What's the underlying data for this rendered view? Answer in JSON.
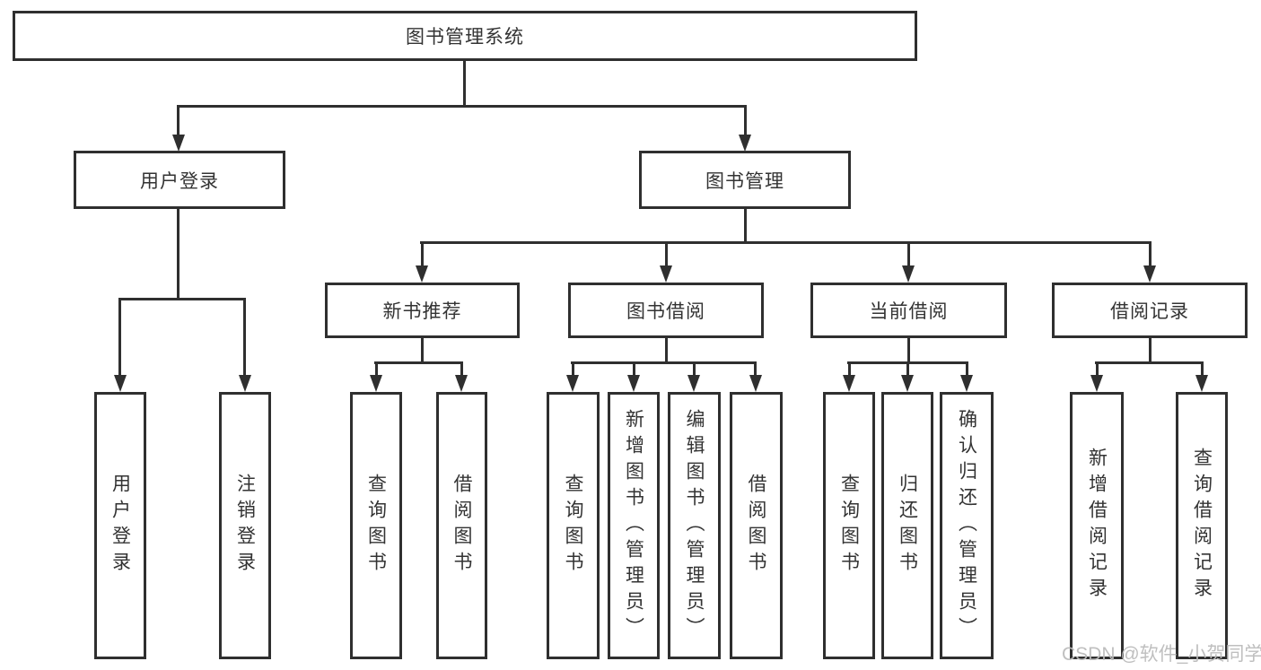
{
  "diagram_title": "图书管理系统",
  "colors": {
    "line": "#2f2f2f",
    "box_border": "#2f2f2f",
    "box_fill": "#ffffff",
    "text": "#333333",
    "watermark": "#bcbcbc"
  },
  "nodes": {
    "root": {
      "label": "图书管理系统"
    },
    "user_login": {
      "label": "用户登录"
    },
    "book_mgmt": {
      "label": "图书管理"
    },
    "new_book_rec": {
      "label": "新书推荐"
    },
    "book_borrow": {
      "label": "图书借阅"
    },
    "current_borrow": {
      "label": "当前借阅"
    },
    "borrow_records": {
      "label": "借阅记录"
    },
    "leaf_user_login": {
      "label": "用户登录"
    },
    "leaf_logout": {
      "label": "注销登录"
    },
    "leaf_rec_query": {
      "label": "查询图书"
    },
    "leaf_rec_borrow": {
      "label": "借阅图书"
    },
    "leaf_bor_query": {
      "label": "查询图书"
    },
    "leaf_bor_add": {
      "label": "新增图书（管理员）"
    },
    "leaf_bor_edit": {
      "label": "编辑图书（管理员）"
    },
    "leaf_bor_borrow": {
      "label": "借阅图书"
    },
    "leaf_cur_query": {
      "label": "查询图书"
    },
    "leaf_cur_return": {
      "label": "归还图书"
    },
    "leaf_cur_confirm": {
      "label": "确认归还（管理员）"
    },
    "leaf_recd_add": {
      "label": "新增借阅记录"
    },
    "leaf_recd_query": {
      "label": "查询借阅记录"
    }
  },
  "hierarchy": [
    {
      "parent": "图书管理系统",
      "children": [
        "用户登录",
        "图书管理"
      ]
    },
    {
      "parent": "用户登录",
      "children": [
        "用户登录",
        "注销登录"
      ]
    },
    {
      "parent": "图书管理",
      "children": [
        "新书推荐",
        "图书借阅",
        "当前借阅",
        "借阅记录"
      ]
    },
    {
      "parent": "新书推荐",
      "children": [
        "查询图书",
        "借阅图书"
      ]
    },
    {
      "parent": "图书借阅",
      "children": [
        "查询图书",
        "新增图书（管理员）",
        "编辑图书（管理员）",
        "借阅图书"
      ]
    },
    {
      "parent": "当前借阅",
      "children": [
        "查询图书",
        "归还图书",
        "确认归还（管理员）"
      ]
    },
    {
      "parent": "借阅记录",
      "children": [
        "新增借阅记录",
        "查询借阅记录"
      ]
    }
  ],
  "watermark": {
    "text": "CSDN @软件_小贺同学"
  }
}
